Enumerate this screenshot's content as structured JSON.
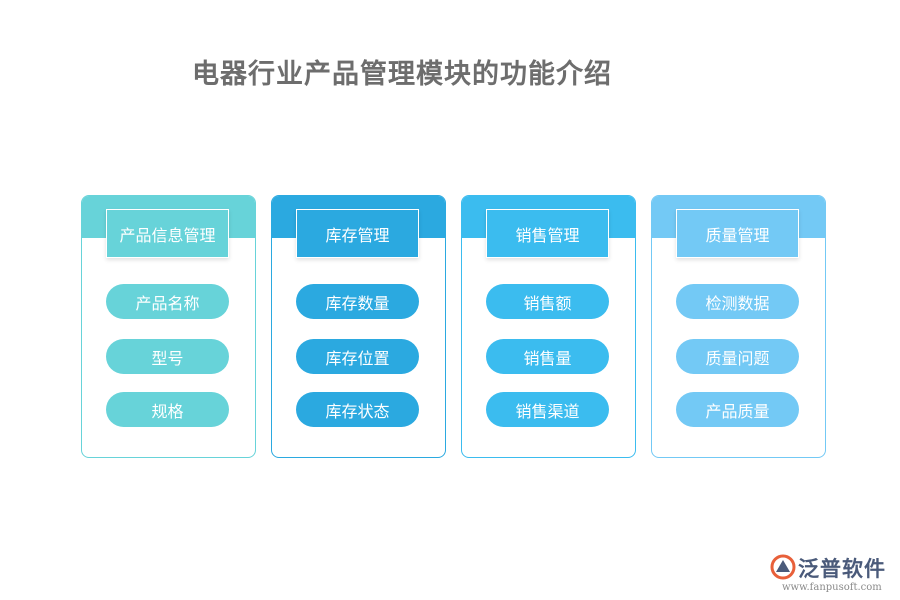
{
  "title": "电器行业产品管理模块的功能介绍",
  "modules": [
    {
      "header": "产品信息管理",
      "color": "#67d3d9",
      "items": [
        "产品名称",
        "型号",
        "规格"
      ]
    },
    {
      "header": "库存管理",
      "color": "#2ba9e0",
      "items": [
        "库存数量",
        "库存位置",
        "库存状态"
      ]
    },
    {
      "header": "销售管理",
      "color": "#3bbcef",
      "items": [
        "销售额",
        "销售量",
        "销售渠道"
      ]
    },
    {
      "header": "质量管理",
      "color": "#73c9f5",
      "items": [
        "检测数据",
        "质量问题",
        "产品质量"
      ]
    }
  ],
  "logo": {
    "brand": "泛普软件",
    "url": "www.fanpusoft.com"
  }
}
